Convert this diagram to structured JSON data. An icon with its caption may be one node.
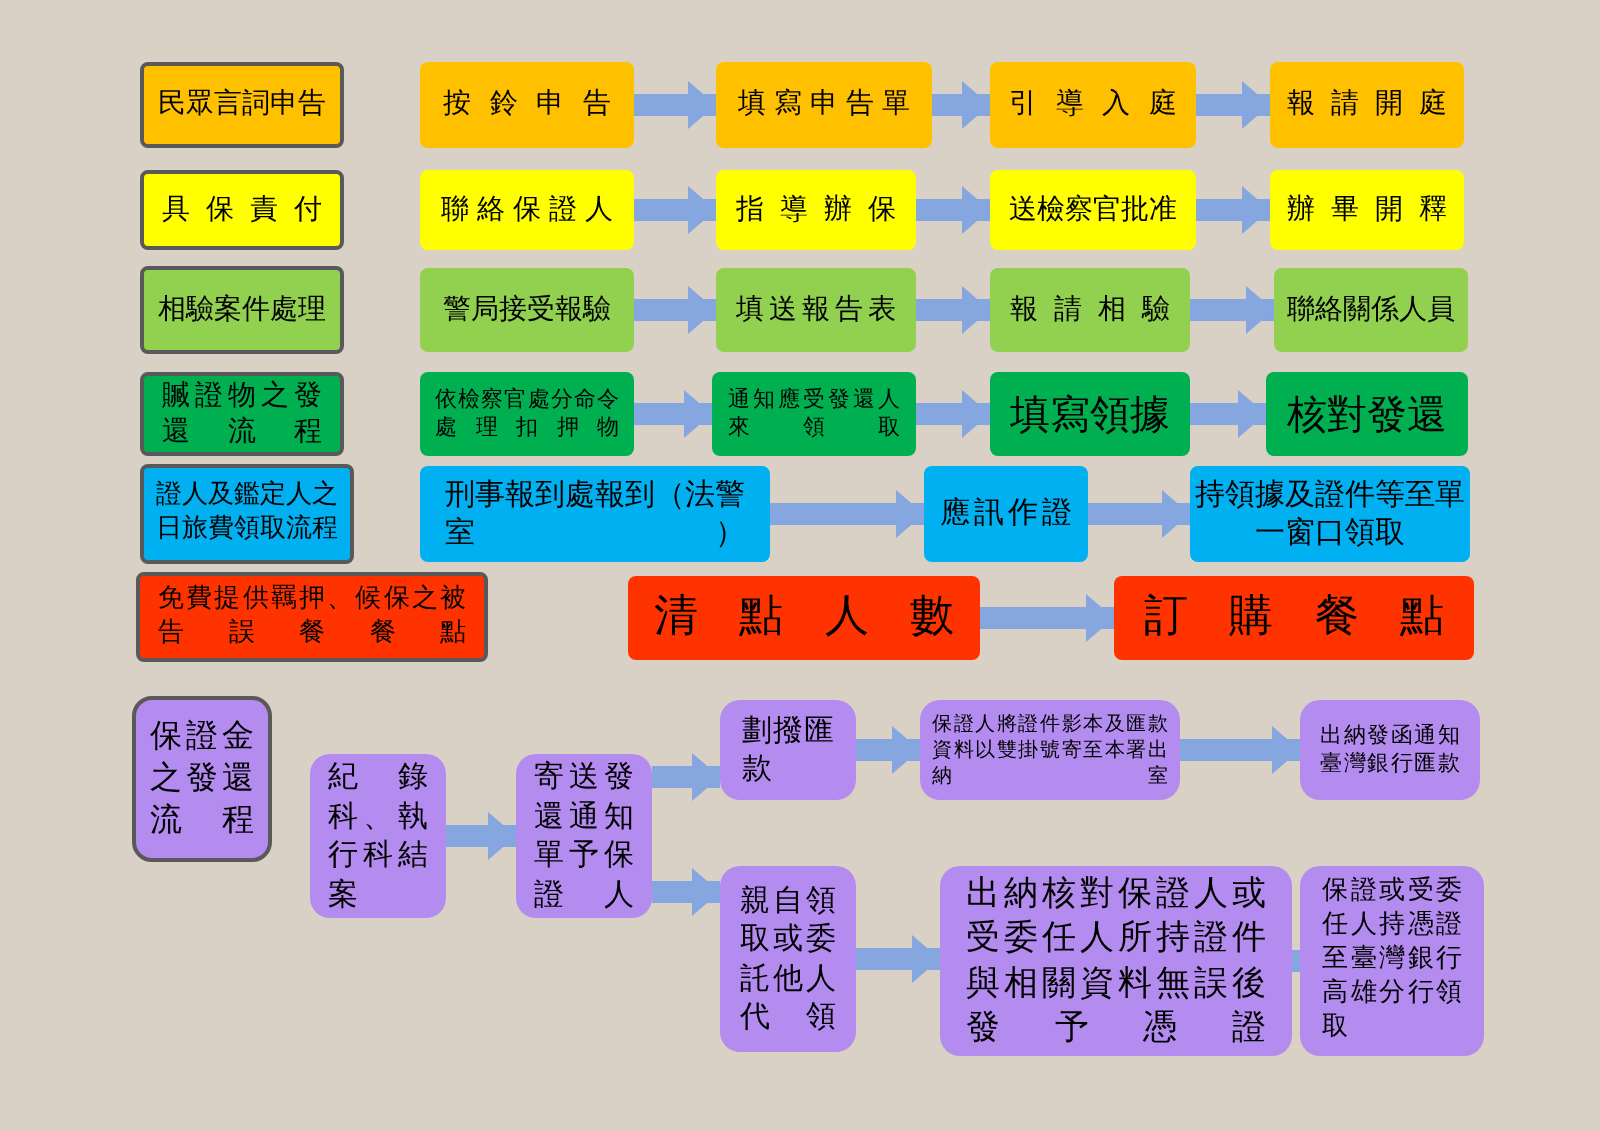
{
  "diagram": {
    "nodes": [
      {
        "text": [
          "民眾言詞申告"
        ]
      },
      {
        "text": [
          "按鈴申告"
        ]
      },
      {
        "text": [
          "填寫申告單"
        ]
      },
      {
        "text": [
          "引導入庭"
        ]
      },
      {
        "text": [
          "報請開庭"
        ]
      },
      {
        "text": [
          "具保責付"
        ]
      },
      {
        "text": [
          "聯絡保證人"
        ]
      },
      {
        "text": [
          "指導辦保"
        ]
      },
      {
        "text": [
          "送檢察官批准"
        ]
      },
      {
        "text": [
          "辦畢開釋"
        ]
      },
      {
        "text": [
          "相驗案件處理"
        ]
      },
      {
        "text": [
          "警局接受報驗"
        ]
      },
      {
        "text": [
          "填送報告表"
        ]
      },
      {
        "text": [
          "報請相驗"
        ]
      },
      {
        "text": [
          "聯絡關係人員"
        ]
      },
      {
        "text": [
          "贓證物之發還流程"
        ]
      },
      {
        "text": [
          "依檢察官處分命令處理扣押物"
        ]
      },
      {
        "text": [
          "通知應受發還人來領取"
        ]
      },
      {
        "text": [
          "填寫領據"
        ]
      },
      {
        "text": [
          "核對發還"
        ]
      },
      {
        "text": [
          "證人及鑑定人之日旅費領取流程"
        ]
      },
      {
        "text": [
          "刑事報到處報到（法警室）"
        ]
      },
      {
        "text": [
          "應訊作證"
        ]
      },
      {
        "text": [
          "持領據及證件等至單一窗口領取"
        ]
      },
      {
        "text": [
          "免費提供羈押、候保之被告誤餐餐點"
        ]
      },
      {
        "text": [
          "清點人數"
        ]
      },
      {
        "text": [
          "訂購餐點"
        ]
      },
      {
        "text": [
          "保證金之發還流程"
        ]
      },
      {
        "text": [
          "紀錄科、執行科結案"
        ]
      },
      {
        "text": [
          "寄送發還通知單予保證人"
        ]
      },
      {
        "text": [
          "劃撥匯款"
        ]
      },
      {
        "text": [
          "保證人將證件影本及匯款資料以雙掛號寄至本署出納室"
        ]
      },
      {
        "text": [
          "出納發函通知臺灣銀行匯款"
        ]
      },
      {
        "text": [
          "親自領取或委託他人代領"
        ]
      },
      {
        "text": [
          "出納核對保證人或受委任人所持證件與相關資料無誤後發予憑證"
        ]
      },
      {
        "text": [
          "保證或受委任人持憑證至臺灣銀行高雄分行領取"
        ]
      }
    ],
    "edges": [
      {
        "from": 1,
        "to": 2,
        "arrow": "to"
      },
      {
        "from": 2,
        "to": 3,
        "arrow": "to"
      },
      {
        "from": 3,
        "to": 4,
        "arrow": "to"
      },
      {
        "from": 6,
        "to": 7,
        "arrow": "to"
      },
      {
        "from": 7,
        "to": 8,
        "arrow": "to"
      },
      {
        "from": 8,
        "to": 9,
        "arrow": "to"
      },
      {
        "from": 11,
        "to": 12,
        "arrow": "to"
      },
      {
        "from": 12,
        "to": 13,
        "arrow": "to"
      },
      {
        "from": 13,
        "to": 14,
        "arrow": "to"
      },
      {
        "from": 16,
        "to": 17,
        "arrow": "to"
      },
      {
        "from": 17,
        "to": 18,
        "arrow": "to"
      },
      {
        "from": 18,
        "to": 19,
        "arrow": "to"
      },
      {
        "from": 21,
        "to": 22,
        "arrow": "to"
      },
      {
        "from": 22,
        "to": 23,
        "arrow": "to"
      },
      {
        "from": 25,
        "to": 26,
        "arrow": "to"
      },
      {
        "from": 28,
        "to": 29,
        "arrow": "to"
      },
      {
        "from": 29,
        "to": 30,
        "arrow": "to"
      },
      {
        "from": 29,
        "to": 33,
        "arrow": "to"
      },
      {
        "from": 30,
        "to": 31,
        "arrow": "to"
      },
      {
        "from": 31,
        "to": 32,
        "arrow": "to"
      },
      {
        "from": 33,
        "to": 34,
        "arrow": "to"
      },
      {
        "from": 34,
        "to": 35,
        "arrow": "to"
      }
    ]
  }
}
